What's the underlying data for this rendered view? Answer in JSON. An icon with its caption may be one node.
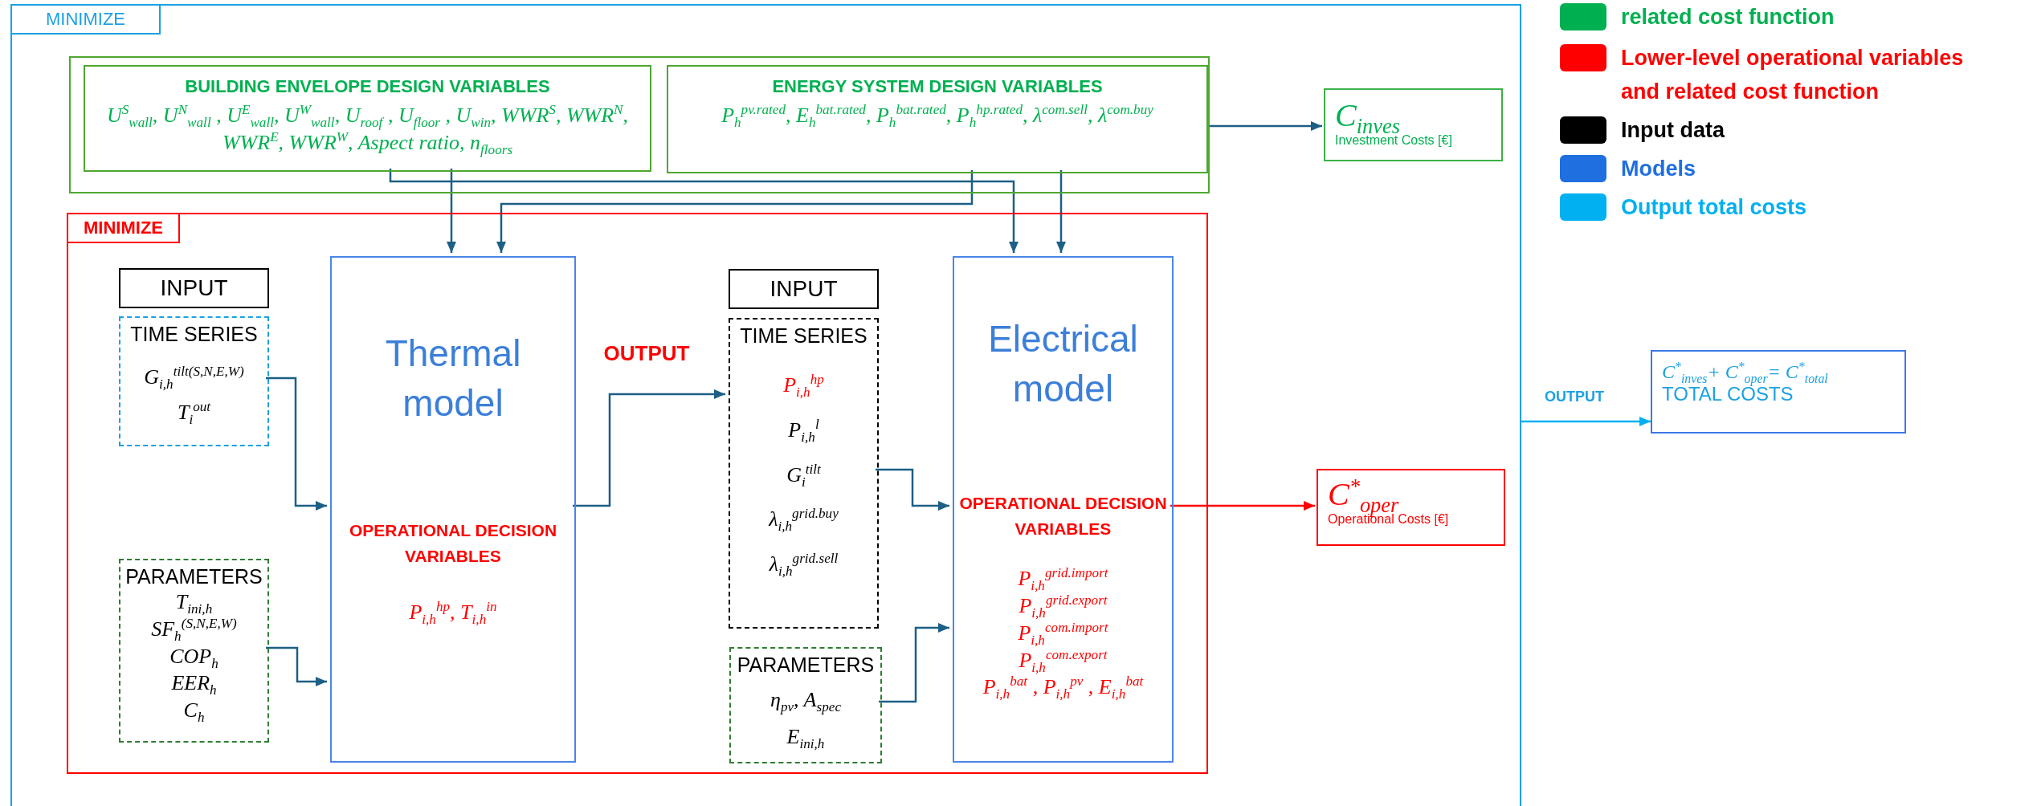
{
  "diagram": {
    "nodes": [
      {
        "text": [
          "MINIMIZE"
        ]
      },
      {
        "text": [],
        "shape": "box",
        "in": 0
      },
      {
        "text": [
          "BUILDING ENVELOPE DESIGN VARIABLES",
          "U$^{S}$$_{wall}$, U$^{N}$$_{wall}$ , U$^{E}$$_{wall}$, U$^{W}$$_{wall}$, U$_{roof}$ , U$_{floor}$ , U$_{win}$, WWR$^{S}$, WWR$^{N}$, WWR$^{E}$, WWR$^{W}$, Aspect ratio, n$_{floors}$"
        ],
        "in": 1
      },
      {
        "text": [
          "ENERGY SYSTEM DESIGN VARIABLES",
          "P$_{h}$$^{pv.rated}$, E$_{h}$$^{bat.rated}$, P$_{h}$$^{bat.rated}$, P$_{h}$$^{hp.rated}$, λ$^{com.sell}$, λ$^{com.buy}$"
        ],
        "in": 1
      },
      {
        "text": [
          "C$_{inves}$",
          "Investment Costs [€]"
        ],
        "in": 0
      },
      {
        "text": [
          "MINIMIZE"
        ],
        "in": 0
      },
      {
        "text": [
          "INPUT"
        ],
        "in": 5
      },
      {
        "text": [
          "TIME SERIES",
          "G$_{i,h}$$^{tilt(S,N,E,W)}$",
          "T$_{i}$$^{out}$"
        ],
        "in": 5
      },
      {
        "text": [
          "PARAMETERS",
          "T$_{ini,h}$",
          "SF$_{h}$$^{(S,N,E,W)}$",
          "COP$_{h}$",
          "EER$_{h}$",
          "C$_{h}$"
        ],
        "in": 5
      },
      {
        "text": [
          "Thermal model",
          "OPERATIONAL DECISION VARIABLES",
          "P$_{i,h}$$^{hp}$, T$_{i,h}$$^{in}$"
        ],
        "in": 5
      },
      {
        "text": [
          "INPUT"
        ],
        "in": 5
      },
      {
        "text": [
          "TIME SERIES",
          "P$_{i,h}$$^{hp}$",
          "P$_{i,h}$$^{l}$",
          "G$_{i}$$^{tilt}$",
          "λ$_{i,h}$$^{grid.buy}$",
          "λ$_{i,h}$$^{grid.sell}$"
        ],
        "in": 5
      },
      {
        "text": [
          "PARAMETERS",
          "η$_{pv}$, A$_{spec}$",
          "E$_{ini,h}$"
        ],
        "in": 5
      },
      {
        "text": [
          "Electrical model",
          "OPERATIONAL DECISION VARIABLES",
          "P$_{i,h}$$^{grid.import}$",
          "P$_{i,h}$$^{grid.export}$",
          "P$_{i,h}$$^{com.import}$",
          "P$_{i,h}$$^{com.export}$",
          "P$_{i,h}$$^{bat}$ , P$_{i,h}$$^{pv}$ , E$_{i,h}$$^{bat}$"
        ],
        "in": 5
      },
      {
        "text": [
          "C$^{*}$$_{oper}$",
          "Operational Costs [€]"
        ],
        "in": 0
      },
      {
        "text": [
          "C$^{*}$$_{inves}$+ C$^{*}$$_{oper}$= C$^{*}$$_{total}$",
          "TOTAL COSTS"
        ]
      }
    ],
    "edges": [
      {
        "from": 1,
        "to": 4,
        "arrow": "to"
      },
      {
        "from": 2,
        "to": 9,
        "arrow": "to"
      },
      {
        "from": 2,
        "to": 13,
        "arrow": "to"
      },
      {
        "from": 3,
        "to": 9,
        "arrow": "to"
      },
      {
        "from": 3,
        "to": 13,
        "arrow": "to"
      },
      {
        "from": 7,
        "to": 9,
        "arrow": "to"
      },
      {
        "from": 8,
        "to": 9,
        "arrow": "to"
      },
      {
        "from": 9,
        "to": 11,
        "arrow": "to",
        "label": "OUTPUT"
      },
      {
        "from": 11,
        "to": 13,
        "arrow": "to"
      },
      {
        "from": 12,
        "to": 13,
        "arrow": "to"
      },
      {
        "from": 13,
        "to": 14,
        "arrow": "to",
        "color": "#ff0000"
      },
      {
        "from": 0,
        "to": 15,
        "arrow": "to",
        "label": "OUTPUT",
        "color": "#00b0f0"
      }
    ],
    "legend": [
      {
        "text": "related cost function",
        "color": "#00b050"
      },
      {
        "text": "Lower-level operational variables and related cost function",
        "color": "#ff0000"
      },
      {
        "text": "Input data",
        "color": "#000000"
      },
      {
        "text": "Models",
        "color": "#1f6fe0"
      },
      {
        "text": "Output total costs",
        "color": "#00b0f0"
      }
    ]
  }
}
